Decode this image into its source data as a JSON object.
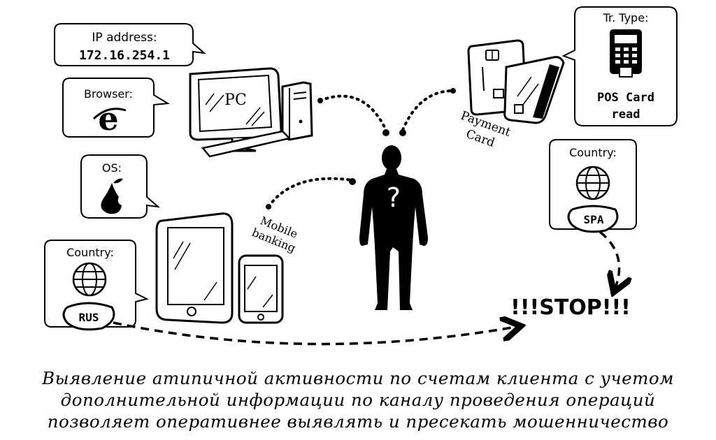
{
  "ip_bubble": {
    "label": "IP address:",
    "value": "172.16.254.1"
  },
  "browser_bubble": {
    "label": "Browser:",
    "icon": "internet-explorer-icon"
  },
  "os_bubble": {
    "label": "OS:",
    "icon": "pear-logo-icon"
  },
  "country_left": {
    "label": "Country:",
    "code": "RUS",
    "icon": "globe-icon"
  },
  "country_right": {
    "label": "Country:",
    "code": "SPA",
    "icon": "globe-icon"
  },
  "tr_type": {
    "label": "Tr. Type:",
    "value_line1": "POS Card",
    "value_line2": "read",
    "icon": "pos-terminal-icon"
  },
  "pc": {
    "label": "PC"
  },
  "mobile": {
    "line1": "Mobile",
    "line2": "banking"
  },
  "payment": {
    "line1": "Payment",
    "line2": "Card"
  },
  "person": {
    "symbol": "?"
  },
  "stop": {
    "text": "!!!STOP!!!"
  },
  "caption": {
    "line1": "Выявление атипичной активности по счетам клиента с учетом",
    "line2": "дополнительной информации по каналу проведения операций",
    "line3": "позволяет оперативнее выявлять и пресекать мошенничество"
  }
}
